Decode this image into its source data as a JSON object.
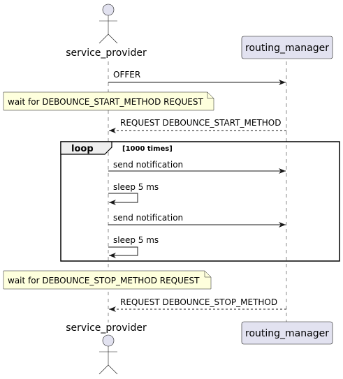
{
  "participants": {
    "service_provider": "service_provider",
    "routing_manager": "routing_manager"
  },
  "messages": {
    "offer": "OFFER",
    "request_start": "REQUEST DEBOUNCE_START_METHOD",
    "send_notification_1": "send notification",
    "sleep_1": "sleep 5 ms",
    "send_notification_2": "send notification",
    "sleep_2": "sleep 5 ms",
    "request_stop": "REQUEST DEBOUNCE_STOP_METHOD"
  },
  "notes": {
    "wait_start": "wait for DEBOUNCE_START_METHOD REQUEST",
    "wait_stop": "wait for DEBOUNCE_STOP_METHOD REQUEST"
  },
  "loop": {
    "keyword": "loop",
    "condition": "[1000 times]"
  },
  "colors": {
    "participant_fill": "#E2E2F0",
    "participant_border": "#181818",
    "note_fill": "#FEFFDD",
    "lifeline": "#181818",
    "line": "#181818"
  }
}
